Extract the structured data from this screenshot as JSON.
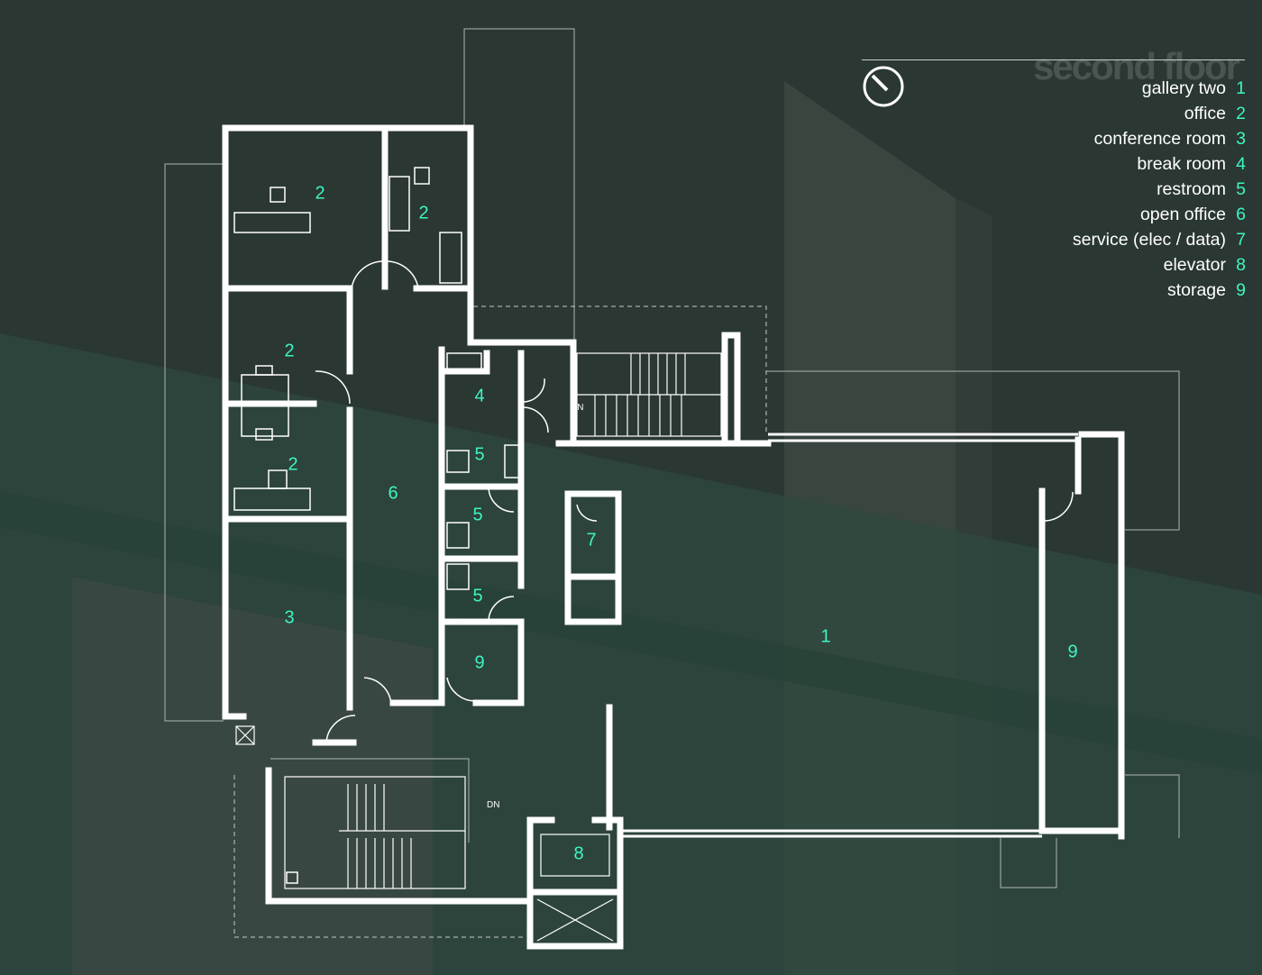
{
  "title": "second floor",
  "compass": {
    "icon": "north-arrow-icon"
  },
  "legend": [
    {
      "label": "gallery two",
      "num": "1"
    },
    {
      "label": "office",
      "num": "2"
    },
    {
      "label": "conference room",
      "num": "3"
    },
    {
      "label": "break room",
      "num": "4"
    },
    {
      "label": "restroom",
      "num": "5"
    },
    {
      "label": "open office",
      "num": "6"
    },
    {
      "label": "service (elec / data)",
      "num": "7"
    },
    {
      "label": "elevator",
      "num": "8"
    },
    {
      "label": "storage",
      "num": "9"
    }
  ],
  "rooms": [
    {
      "id": "office-a",
      "num": "2"
    },
    {
      "id": "office-b",
      "num": "2"
    },
    {
      "id": "office-c",
      "num": "2"
    },
    {
      "id": "office-d",
      "num": "2"
    },
    {
      "id": "conference",
      "num": "3"
    },
    {
      "id": "break-room",
      "num": "4"
    },
    {
      "id": "restroom-a",
      "num": "5"
    },
    {
      "id": "restroom-b",
      "num": "5"
    },
    {
      "id": "restroom-c",
      "num": "5"
    },
    {
      "id": "open-office",
      "num": "6"
    },
    {
      "id": "service",
      "num": "7"
    },
    {
      "id": "storage-a",
      "num": "9"
    },
    {
      "id": "gallery-two",
      "num": "1"
    },
    {
      "id": "storage-b",
      "num": "9"
    },
    {
      "id": "elevator",
      "num": "8"
    }
  ],
  "stairs": [
    {
      "label": "DN"
    },
    {
      "label": "DN"
    }
  ],
  "colors": {
    "background": "#2c3a36",
    "walls": "#ffffff",
    "accent": "#3df5c2",
    "thin_lines": "#aeb5b2"
  }
}
